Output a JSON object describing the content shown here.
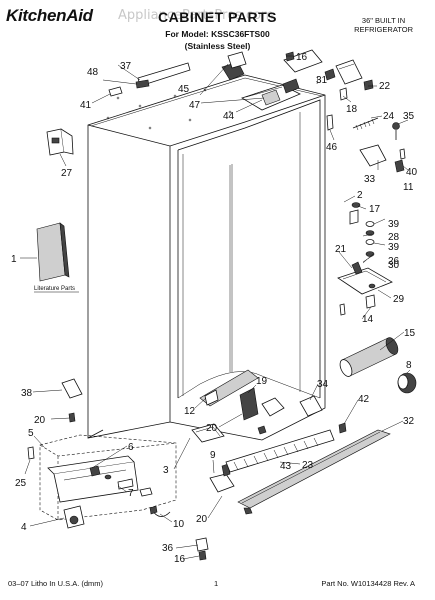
{
  "header": {
    "brand": "KitchenAid",
    "watermark": "AppliancePartsPros.com",
    "title": "CABINET PARTS",
    "model_line": "For Model: KSSC36FTS00",
    "finish_line": "(Stainless Steel)",
    "product_line1": "36\" BUILT IN",
    "product_line2": "REFRIGERATOR"
  },
  "literature_label": "Literature Parts",
  "callouts": {
    "c1": "1",
    "c2": "2",
    "c3": "3",
    "c4": "4",
    "c5": "5",
    "c6": "6",
    "c7": "7",
    "c8": "8",
    "c9": "9",
    "c10": "10",
    "c11": "11",
    "c12": "12",
    "c14": "14",
    "c15": "15",
    "c16a": "16",
    "c16b": "16",
    "c17": "17",
    "c18": "18",
    "c19": "19",
    "c20a": "20",
    "c20b": "20",
    "c20c": "20",
    "c21": "21",
    "c22": "22",
    "c23": "23",
    "c24": "24",
    "c25": "25",
    "c26": "26",
    "c27": "27",
    "c28": "28",
    "c29": "29",
    "c30": "30",
    "c31": "31",
    "c32": "32",
    "c33": "33",
    "c34": "34",
    "c35": "35",
    "c36": "36",
    "c37": "37",
    "c38": "38",
    "c39a": "39",
    "c39b": "39",
    "c40": "40",
    "c41": "41",
    "c42": "42",
    "c43": "43",
    "c44": "44",
    "c45": "45",
    "c46": "46",
    "c47": "47",
    "c48": "48"
  },
  "footer": {
    "left": "03–07 Litho In U.S.A. (dmm)",
    "center": "1",
    "right": "Part No. W10134428 Rev. A"
  }
}
